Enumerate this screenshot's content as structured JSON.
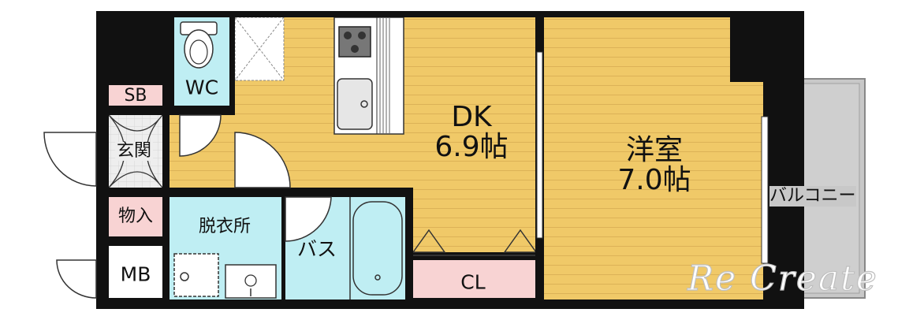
{
  "rooms": {
    "dk_name": "DK",
    "dk_size": "6.9帖",
    "western_name": "洋室",
    "western_size": "7.0帖",
    "wc": "WC",
    "sb": "SB",
    "entrance": "玄関",
    "storage": "物入",
    "mb": "MB",
    "washroom": "脱衣所",
    "bath": "バス",
    "closet": "CL",
    "balcony": "バルコニー"
  },
  "watermark": "Re Create",
  "colors": {
    "floor_wood": "#f0c968",
    "wood_lines": "#d9ae4f",
    "wall": "#111111",
    "wet_area": "#bfeef3",
    "pink_storage": "#f8d3d3",
    "balcony": "#c8c8c8",
    "entrance_floor": "#eeeeee"
  }
}
